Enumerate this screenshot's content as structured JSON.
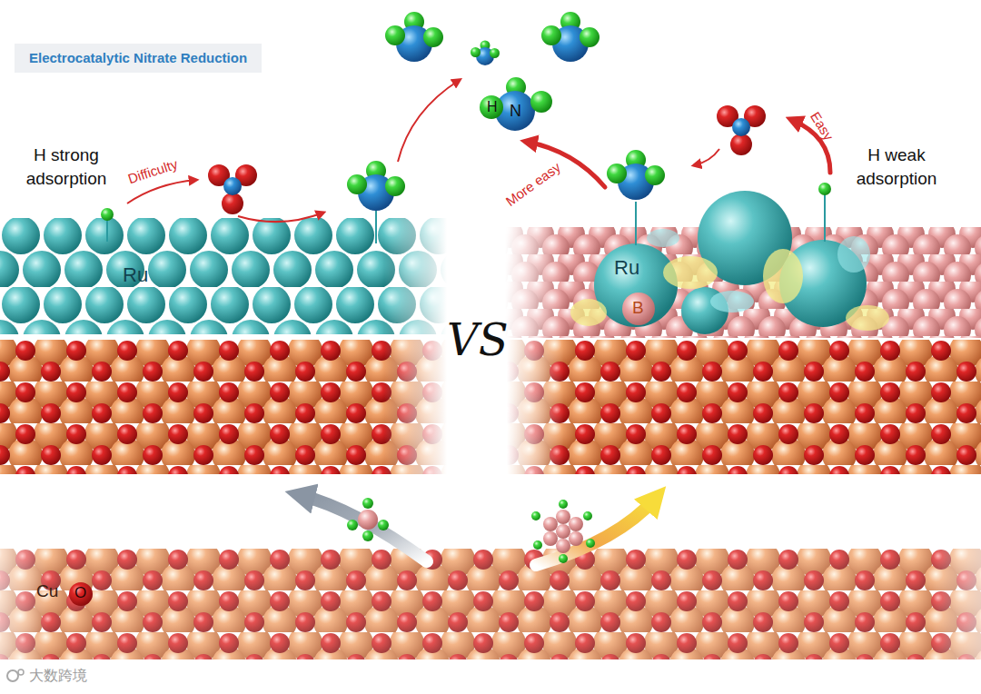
{
  "diagram": {
    "title": "Electrocatalytic Nitrate Reduction",
    "labels": [
      "H strong adsorption",
      "Difficulty",
      "Ru",
      "H",
      "N",
      "Easy",
      "More easy",
      "H weak adsorption",
      "Ru",
      "B",
      "VS",
      "Cu",
      "O",
      "大数跨境"
    ]
  }
}
